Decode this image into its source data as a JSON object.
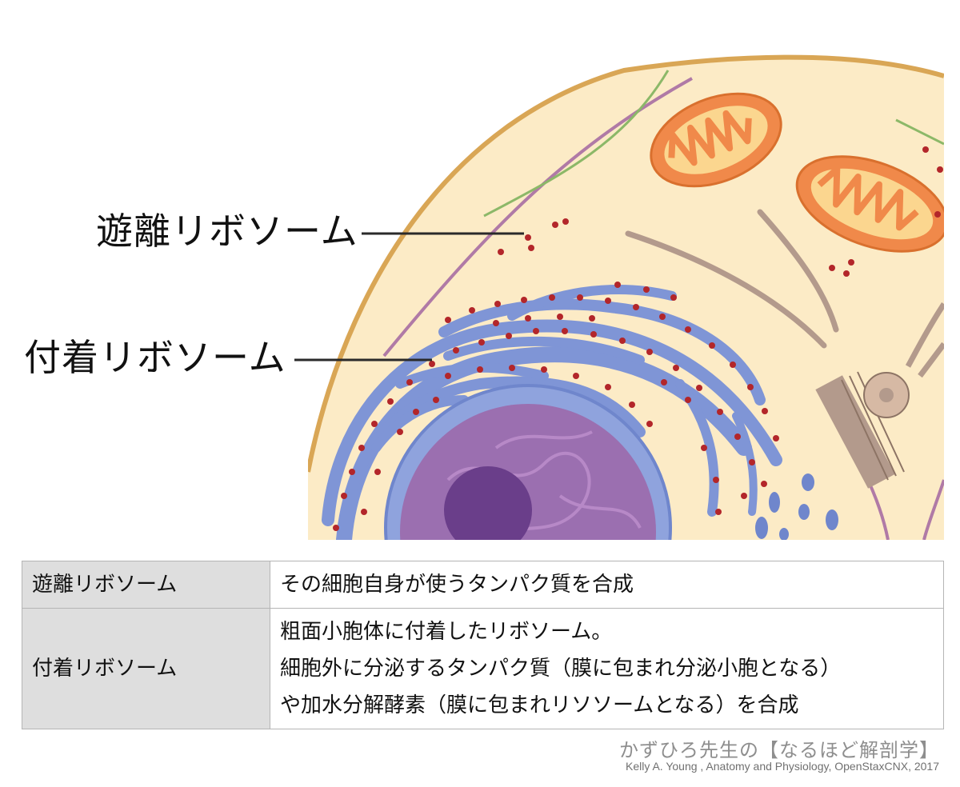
{
  "callouts": {
    "free_ribosome": "遊離リボソーム",
    "attached_ribosome": "付着リボソーム"
  },
  "table": {
    "rows": [
      {
        "header": "遊離リボソーム",
        "lines": [
          "その細胞自身が使うタンパク質を合成"
        ]
      },
      {
        "header": "付着リボソーム",
        "lines": [
          "粗面小胞体に付着したリボソーム。",
          "細胞外に分泌するタンパク質（膜に包まれ分泌小胞となる）",
          "や加水分解酵素（膜に包まれリソソームとなる）を合成"
        ]
      }
    ]
  },
  "credit": {
    "title": "かずひろ先生の【なるほど解剖学】",
    "source": "Kelly A. Young , Anatomy and Physiology, OpenStaxCNX, 2017"
  },
  "colors": {
    "cytoplasm": "#fcebc6",
    "cell_membrane": "#d9a655",
    "er": "#7f95d6",
    "ribosome": "#b3262a",
    "nucleus": "#9b6fb0",
    "nucleolus": "#6a3e8a",
    "mitochondria": "#f0894a"
  }
}
